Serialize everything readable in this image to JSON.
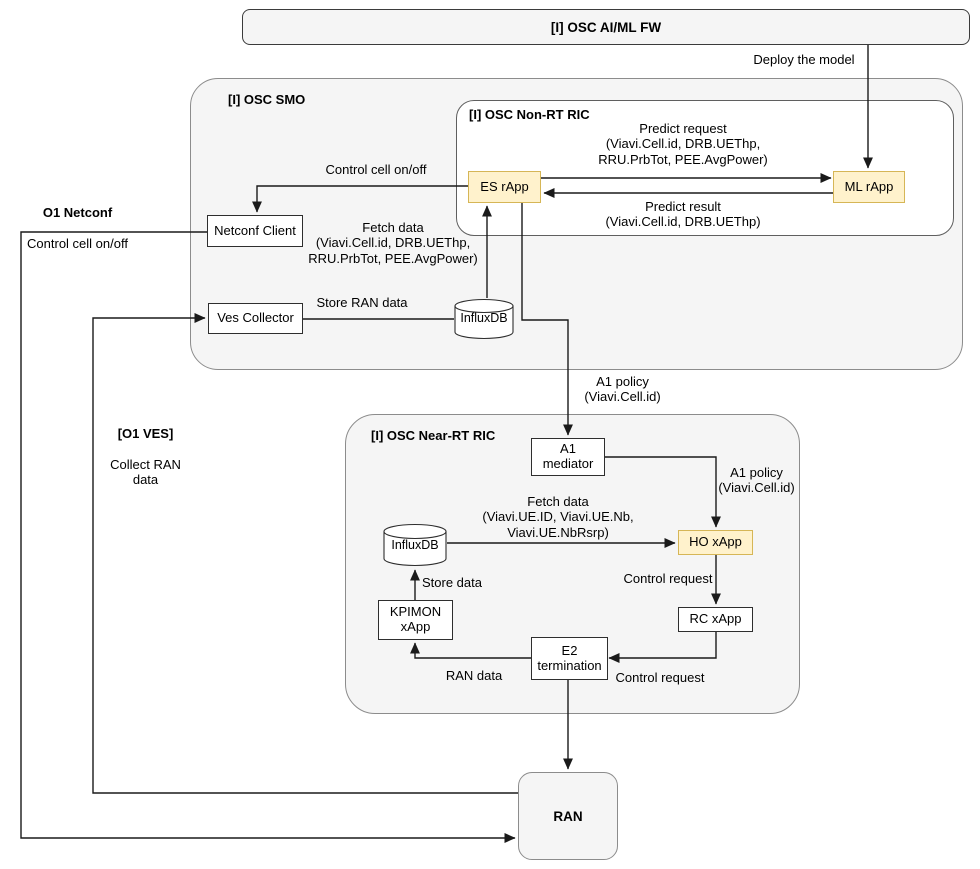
{
  "header": {
    "title": "[I] OSC AI/ML FW"
  },
  "containers": {
    "smo_title": "[I] OSC SMO",
    "nonrt_title": "[I] OSC Non-RT RIC",
    "nearrt_title": "[I] OSC Near-RT RIC"
  },
  "nodes": {
    "es_rapp": "ES rApp",
    "ml_rapp": "ML rApp",
    "netconf_client": "Netconf Client",
    "ves_collector": "Ves Collector",
    "influxdb_smo": "InfluxDB",
    "a1_mediator": "A1\nmediator",
    "influxdb_nearrt": "InfluxDB",
    "ho_xapp": "HO xApp",
    "rc_xapp": "RC xApp",
    "kpimon_xapp": "KPIMON\nxApp",
    "e2_termination": "E2\ntermination",
    "ran": "RAN"
  },
  "labels": {
    "deploy_model": "Deploy the model",
    "control_cell": "Control cell on/off",
    "predict_request": "Predict request\n(Viavi.Cell.id, DRB.UEThp,\nRRU.PrbTot, PEE.AvgPower)",
    "predict_result": "Predict result\n(Viavi.Cell.id, DRB.UEThp)",
    "fetch_data_smo": "Fetch data\n(Viavi.Cell.id, DRB.UEThp,\nRRU.PrbTot, PEE.AvgPower)",
    "store_ran_data": "Store RAN data",
    "o1_netconf_title": "O1 Netconf",
    "o1_netconf_sub": "Control cell on/off",
    "o1_ves_title": "[O1 VES]",
    "o1_ves_sub": "Collect RAN\ndata",
    "a1_policy_down": "A1 policy\n(Viavi.Cell.id)",
    "a1_policy_right": "A1 policy\n(Viavi.Cell.id)",
    "fetch_data_nearrt": "Fetch data\n(Viavi.UE.ID, Viavi.UE.Nb,\nViavi.UE.NbRsrp)",
    "control_request_ho": "Control request",
    "store_data": "Store data",
    "ran_data": "RAN data",
    "control_request_e2": "Control request"
  },
  "colors": {
    "highlight_fill": "#FFF2CC",
    "highlight_border": "#D6B656",
    "container_fill": "#F5F5F5",
    "container_border": "#8C8C8C",
    "node_fill": "#FFFFFF",
    "node_border": "#2E2E2E",
    "line": "#1A1A1A"
  }
}
